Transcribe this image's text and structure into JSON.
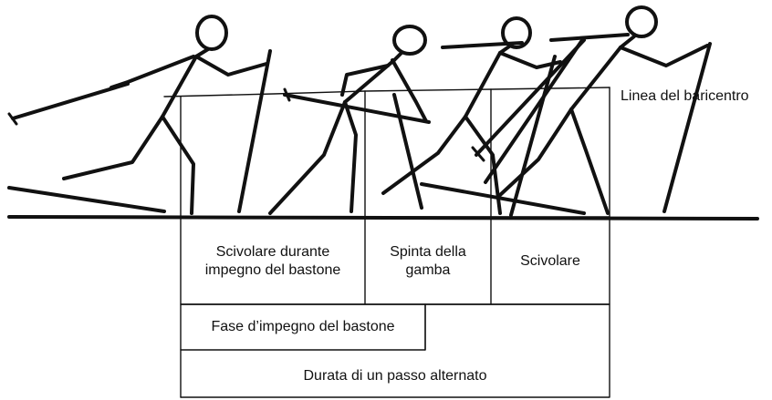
{
  "baricentro_label": "Linea del baricentro",
  "phases": {
    "scivolare_bastone": [
      "Scivolare durante",
      "impegno del bastone"
    ],
    "spinta_gamba": [
      "Spinta della",
      "gamba"
    ],
    "scivolare": "Scivolare",
    "fase_bastone": "Fase d’impegno del bastone",
    "durata_passo": "Durata di un passo alternato"
  },
  "colors": {
    "ink": "#111111",
    "background": "#ffffff"
  }
}
